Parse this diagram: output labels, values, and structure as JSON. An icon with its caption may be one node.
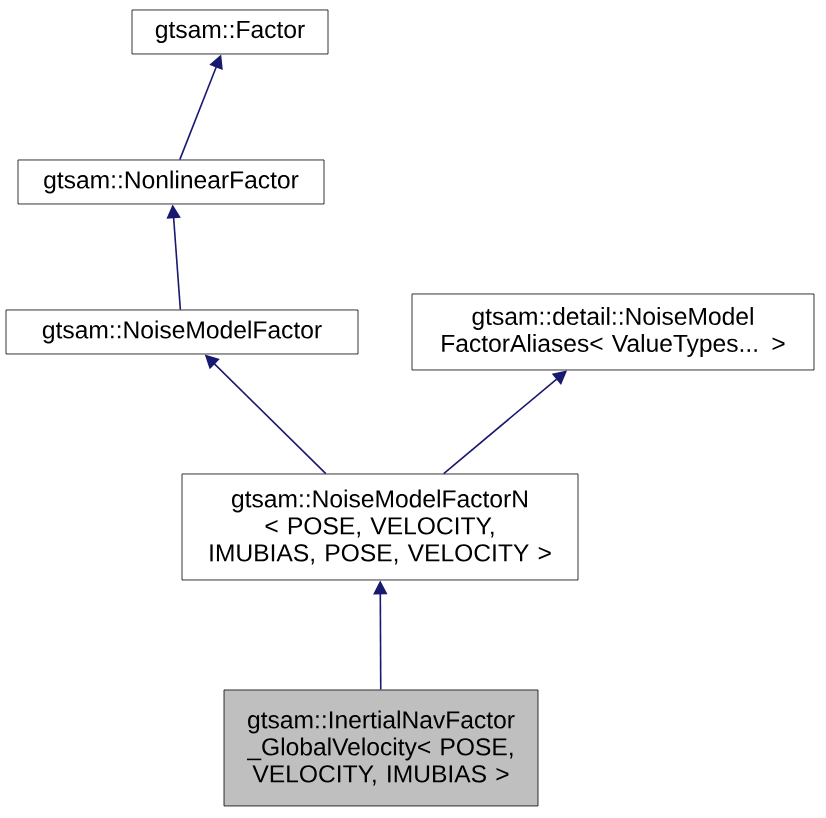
{
  "diagram": {
    "nodes": [
      {
        "text": [
          "gtsam::Factor"
        ]
      },
      {
        "text": [
          "gtsam::NonlinearFactor"
        ]
      },
      {
        "text": [
          "gtsam::NoiseModelFactor"
        ]
      },
      {
        "text": [
          "gtsam::detail::NoiseModel FactorAliases< ValueTypes... >"
        ]
      },
      {
        "text": [
          "gtsam::NoiseModelFactorN < POSE, VELOCITY, IMUBIAS, POSE, VELOCITY >"
        ]
      },
      {
        "text": [
          "gtsam::InertialNavFactor _GlobalVelocity< POSE, VELOCITY, IMUBIAS >"
        ]
      }
    ],
    "edges": [
      {
        "from": 1,
        "to": 0,
        "arrow": "to"
      },
      {
        "from": 2,
        "to": 1,
        "arrow": "to"
      },
      {
        "from": 4,
        "to": 2,
        "arrow": "to"
      },
      {
        "from": 4,
        "to": 3,
        "arrow": "to"
      },
      {
        "from": 5,
        "to": 4,
        "arrow": "to"
      }
    ]
  }
}
